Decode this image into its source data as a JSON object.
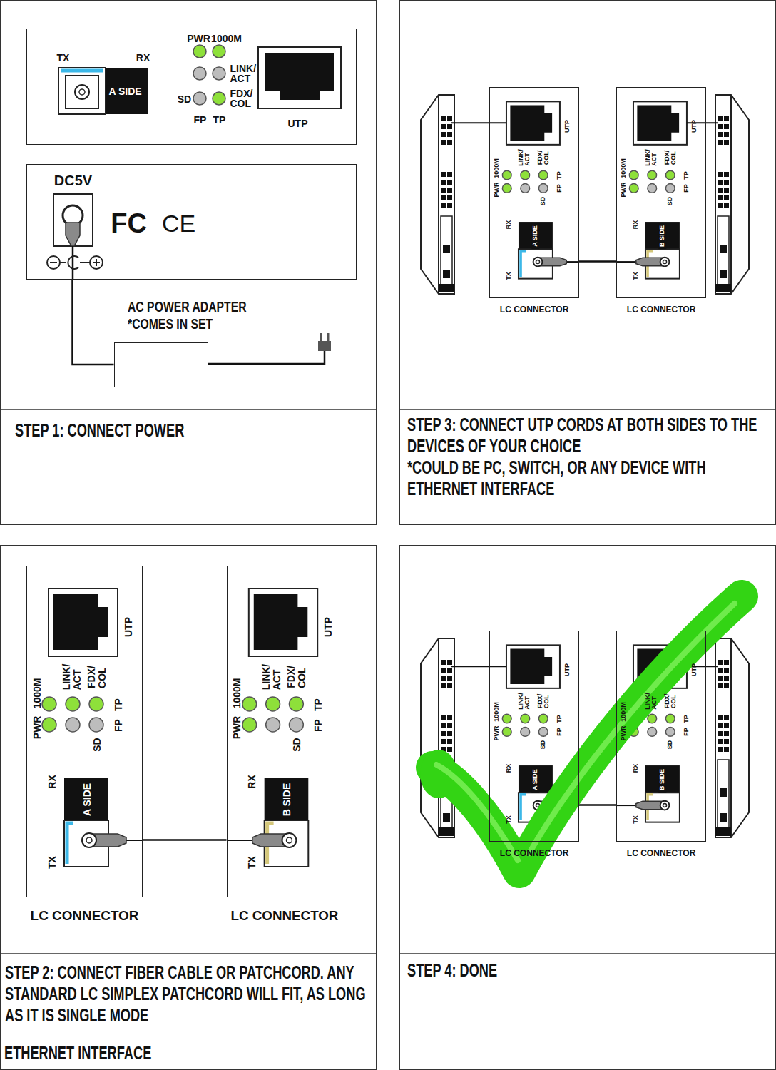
{
  "diagram": {
    "nodes": [
      {
        "text": [
          "STEP 1: CONNECT POWER"
        ]
      },
      {
        "text": [
          "TX",
          "RX",
          "A SIDE",
          "PWR",
          "1000M",
          "LINK/ ACT",
          "SD",
          "FDX/ COL",
          "FP",
          "TP",
          "UTP"
        ],
        "in": 0
      },
      {
        "text": [
          "DC5V",
          "FC",
          "CE"
        ],
        "in": 0
      },
      {
        "text": [
          "AC POWER ADAPTER *COMES IN SET"
        ],
        "in": 0
      },
      {
        "text": [
          "STEP 3: CONNECT UTP CORDS AT BOTH SIDES TO THE DEVICES OF YOUR CHOICE",
          "*COULD BE PC, SWITCH, OR ANY DEVICE WITH ETHERNET INTERFACE"
        ]
      },
      {
        "text": [
          "UTP",
          "1000M",
          "LINK/ ACT",
          "FDX/ COL",
          "TP",
          "PWR",
          "FP",
          "SD",
          "RX",
          "A SIDE",
          "TX",
          "LC CONNECTOR"
        ],
        "in": 4
      },
      {
        "text": [
          "UTP",
          "1000M",
          "LINK/ ACT",
          "FDX/ COL",
          "TP",
          "PWR",
          "FP",
          "SD",
          "RX",
          "B SIDE",
          "TX",
          "LC CONNECTOR"
        ],
        "in": 4
      },
      {
        "text": [
          "STEP 2: CONNECT FIBER CABLE OR PATCHCORD. ANY STANDARD LC SIMPLEX PATCHCORD WILL FIT, AS LONG AS IT IS SINGLE MODE"
        ]
      },
      {
        "text": [
          "UTP",
          "1000M",
          "LINK/ ACT",
          "FDX/ COL",
          "TP",
          "PWR",
          "FP",
          "SD",
          "RX",
          "A SIDE",
          "TX",
          "LC CONNECTOR"
        ],
        "in": 7
      },
      {
        "text": [
          "UTP",
          "1000M",
          "LINK/ ACT",
          "FDX/ COL",
          "TP",
          "PWR",
          "FP",
          "SD",
          "RX",
          "B SIDE",
          "TX",
          "LC CONNECTOR"
        ],
        "in": 7
      },
      {
        "text": [
          "STEP 4: DONE"
        ]
      },
      {
        "text": [
          "UTP",
          "1000M",
          "LINK/ ACT",
          "FDX/ COL",
          "TP",
          "PWR",
          "FP",
          "SD",
          "RX",
          "A SIDE",
          "TX",
          "LC CONNECTOR"
        ],
        "in": 10
      },
      {
        "text": [
          "UTP",
          "1000M",
          "LINK/ ACT",
          "FDX/ COL",
          "TP",
          "PWR",
          "FP",
          "SD",
          "RX",
          "B SIDE",
          "TX",
          "LC CONNECTOR"
        ],
        "in": 10
      }
    ],
    "edges": [
      {
        "from": 2,
        "to": 3,
        "arrow": "none"
      },
      {
        "from": 5,
        "to": 6,
        "arrow": "none"
      },
      {
        "from": 8,
        "to": 9,
        "arrow": "none"
      },
      {
        "from": 11,
        "to": 12,
        "arrow": "none"
      }
    ],
    "labels": [
      "ETHERNET INTERFACE"
    ]
  }
}
